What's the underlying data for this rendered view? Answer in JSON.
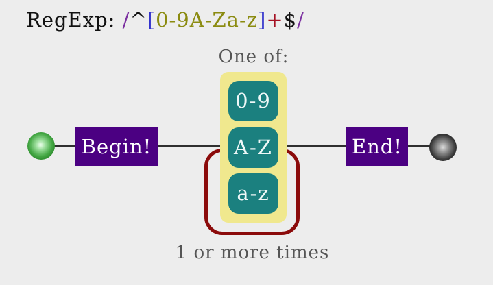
{
  "background_color": "#EDEDED",
  "title": {
    "label": "RegExp: ",
    "label_color": "#111111",
    "tokens": [
      {
        "text": "/",
        "color": "#7B2FA0"
      },
      {
        "text": "^",
        "color": "#111111"
      },
      {
        "text": "[",
        "color": "#3232CD"
      },
      {
        "text": "0-9A-Za-z",
        "color": "#8B8B10"
      },
      {
        "text": "]",
        "color": "#3232CD"
      },
      {
        "text": "+",
        "color": "#A51224"
      },
      {
        "text": "$",
        "color": "#111111"
      },
      {
        "text": "/",
        "color": "#7B2FA0"
      }
    ]
  },
  "diagram": {
    "rail_color": "#2F2F2F",
    "labels_color": "#555555",
    "start_node_color": "#1E7A1E",
    "end_node_color": "#0B0B0B",
    "begin_box": {
      "label": "Begin!",
      "bg": "#4B0082",
      "fg": "#FFFFFF"
    },
    "end_box": {
      "label": "End!",
      "bg": "#4B0082",
      "fg": "#FFFFFF"
    },
    "alternation": {
      "label": "One of:",
      "bg": "#F0E88E",
      "option_bg": "#1B807F",
      "option_fg": "#EFF8F8",
      "options": [
        "0-9",
        "A-Z",
        "a-z"
      ]
    },
    "repeat": {
      "label": "1 or more times",
      "border_color": "#8B0B0B"
    }
  }
}
